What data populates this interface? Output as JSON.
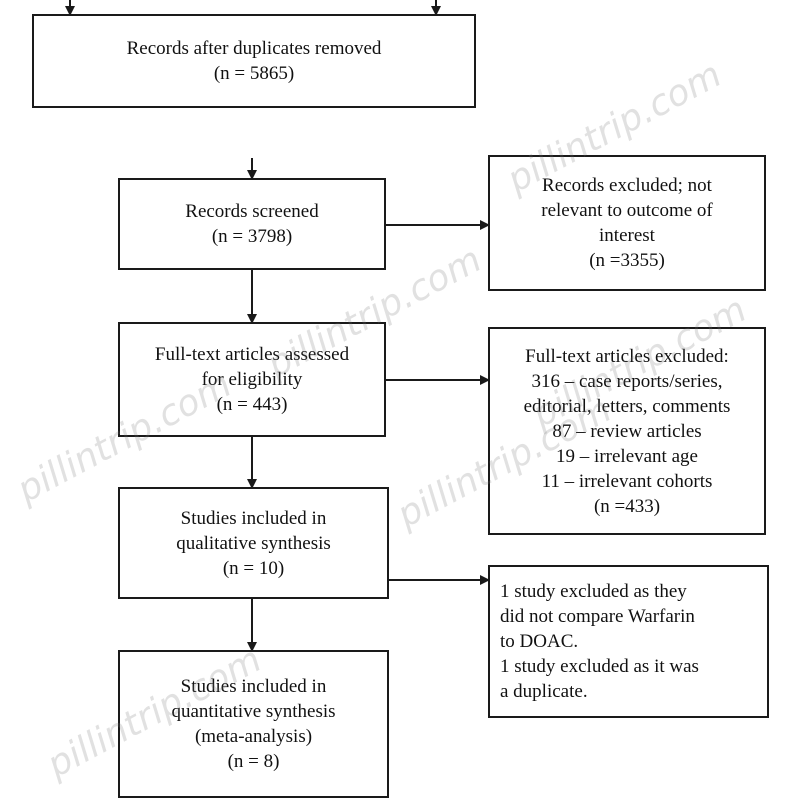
{
  "boxes": {
    "duplicates_removed": {
      "line1": "Records after duplicates removed",
      "line2": "(n = 5865)"
    },
    "screened": {
      "line1": "Records screened",
      "line2": "(n = 3798)"
    },
    "excluded_screen": {
      "line1": "Records excluded; not",
      "line2": "relevant to outcome of",
      "line3": "interest",
      "line4": "(n =3355)"
    },
    "fulltext_assessed": {
      "line1": "Full-text articles assessed",
      "line2": "for eligibility",
      "line3": "(n = 443)"
    },
    "fulltext_excluded": {
      "line1": "Full-text articles excluded:",
      "line2": "316 – case reports/series,",
      "line3": "editorial, letters, comments",
      "line4": "87 – review articles",
      "line5": "19 – irrelevant age",
      "line6": "11 – irrelevant cohorts",
      "line7": "(n =433)"
    },
    "qualitative": {
      "line1": "Studies included in",
      "line2": "qualitative synthesis",
      "line3": "(n = 10)"
    },
    "qualitative_excluded": {
      "line1": "1 study excluded as they",
      "line2": "did not compare Warfarin",
      "line3": "to DOAC.",
      "line4": "1 study excluded as it was",
      "line5": "a duplicate."
    },
    "quantitative": {
      "line1": "Studies included in",
      "line2": "quantitative synthesis",
      "line3": "(meta-analysis)",
      "line4": "(n = 8)"
    }
  },
  "watermark": {
    "text": "pillintrip.com"
  },
  "colors": {
    "line": "#1a1a1a",
    "watermark": "#9a9a9a"
  }
}
